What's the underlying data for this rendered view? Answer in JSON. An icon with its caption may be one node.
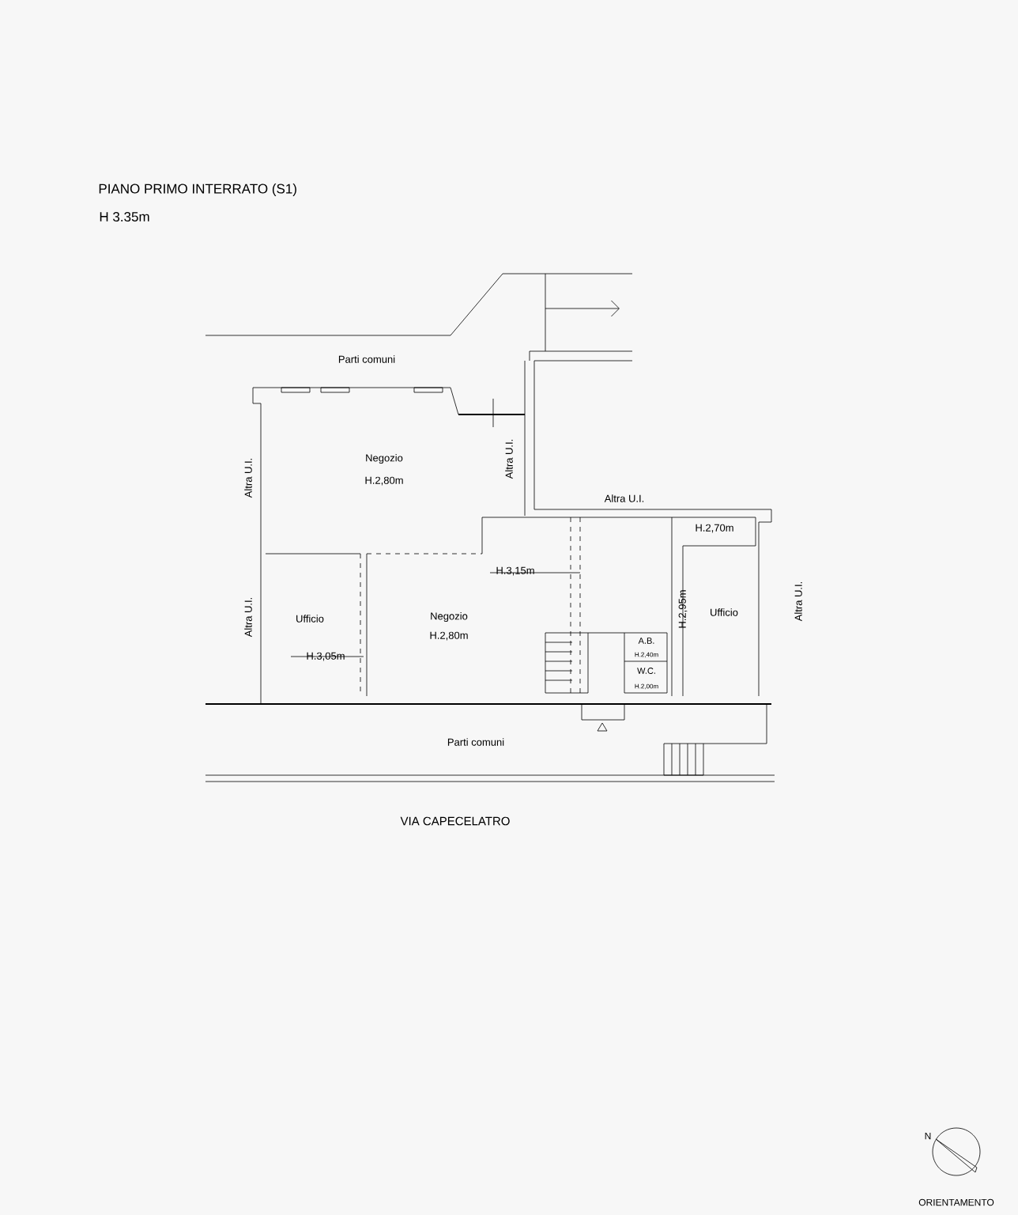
{
  "diagram": {
    "title": "PIANO PRIMO INTERRATO (S1)",
    "labels": [
      "H 3.35m",
      "Parti comuni",
      "Altra U.I.",
      "Negozio",
      "H.2,80m",
      "Altra U.I.",
      "Altra U.I.",
      "H.2,70m",
      "H.3,15m",
      "Ufficio",
      "Altra U.I.",
      "Negozio",
      "H.2,80m",
      "H.2,95m",
      "Ufficio",
      "Altra U.I.",
      "A.B.",
      "H.2,40m",
      "W.C.",
      "H.2,00m",
      "H.3,05m",
      "Parti comuni",
      "VIA CAPECELATRO",
      "N",
      "ORIENTAMENTO"
    ]
  }
}
